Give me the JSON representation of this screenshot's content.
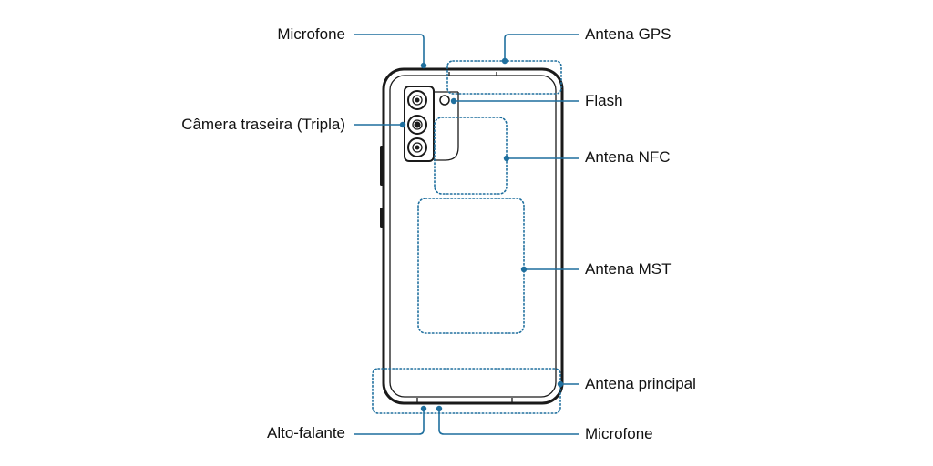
{
  "colors": {
    "outline": "#1a1a1a",
    "leader": "#1f6f9e",
    "text": "#111111",
    "background": "#ffffff"
  },
  "labels": {
    "microfone_top": "Microfone",
    "camera_traseira": "Câmera traseira (Tripla)",
    "alto_falante": "Alto-falante",
    "antena_gps": "Antena GPS",
    "flash": "Flash",
    "antena_nfc": "Antena NFC",
    "antena_mst": "Antena MST",
    "antena_principal": "Antena principal",
    "microfone_bottom": "Microfone"
  }
}
